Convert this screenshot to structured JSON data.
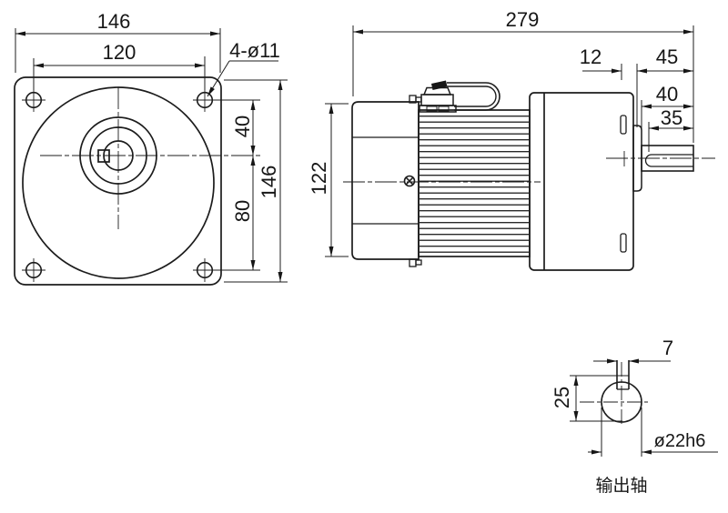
{
  "drawing": {
    "background": "#ffffff",
    "line_color": "#1c1c1c",
    "flange_view": {
      "width": "146",
      "bolt_spacing": "120",
      "bolt_holes": "4-ø11",
      "center_to_top_holes": "40",
      "center_to_bottom_holes": "80",
      "height": "146"
    },
    "side_view": {
      "total_length": "279",
      "body_height": "122",
      "face_offset": "12",
      "shaft_total": "45",
      "shaft_length": "40",
      "keyway_length": "35"
    },
    "shaft_detail": {
      "key_width": "7",
      "flat_height": "25",
      "diameter": "ø22h6",
      "caption": "输出轴"
    }
  }
}
